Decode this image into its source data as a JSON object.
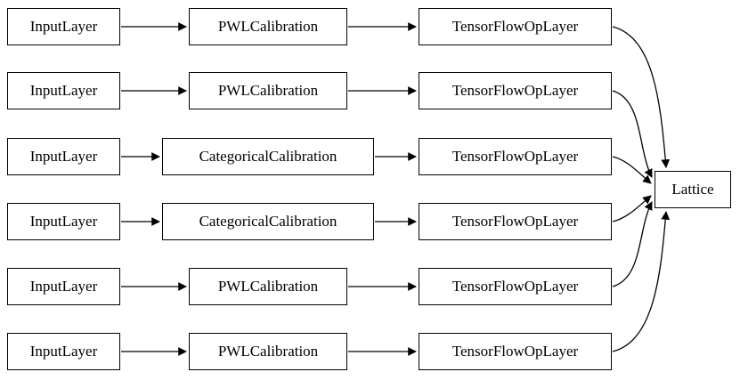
{
  "diagram": {
    "background": "#ffffff",
    "node_fill": "#ffffff",
    "node_border": "#000000",
    "edge_color": "#000000",
    "rows": [
      {
        "input": "InputLayer",
        "calibration": "PWLCalibration",
        "op": "TensorFlowOpLayer"
      },
      {
        "input": "InputLayer",
        "calibration": "PWLCalibration",
        "op": "TensorFlowOpLayer"
      },
      {
        "input": "InputLayer",
        "calibration": "CategoricalCalibration",
        "op": "TensorFlowOpLayer"
      },
      {
        "input": "InputLayer",
        "calibration": "CategoricalCalibration",
        "op": "TensorFlowOpLayer"
      },
      {
        "input": "InputLayer",
        "calibration": "PWLCalibration",
        "op": "TensorFlowOpLayer"
      },
      {
        "input": "InputLayer",
        "calibration": "PWLCalibration",
        "op": "TensorFlowOpLayer"
      }
    ],
    "sink": "Lattice"
  }
}
